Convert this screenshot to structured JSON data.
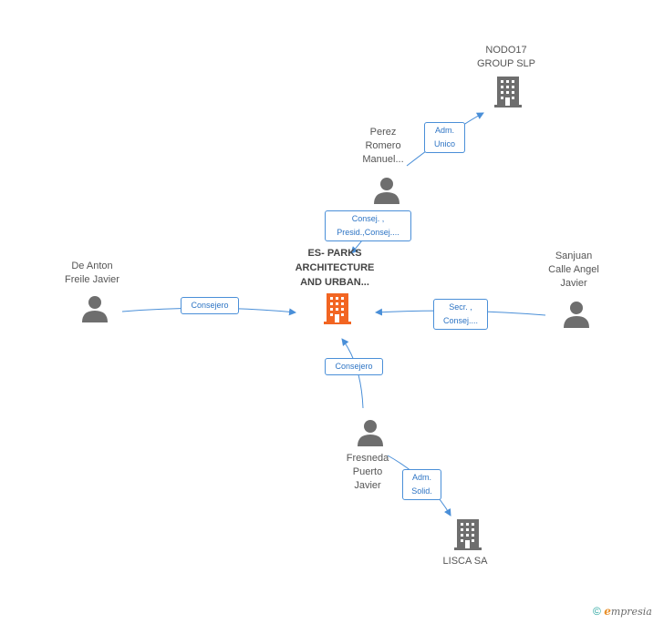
{
  "nodes": {
    "center": {
      "label": "ES- PARKS\nARCHITECTURE\nAND URBAN..."
    },
    "nodo17": {
      "label": "NODO17\nGROUP  SLP"
    },
    "perez": {
      "label": "Perez\nRomero\nManuel..."
    },
    "deanton": {
      "label": "De Anton\nFreile Javier"
    },
    "sanjuan": {
      "label": "Sanjuan\nCalle Angel\nJavier"
    },
    "fresneda": {
      "label": "Fresneda\nPuerto\nJavier"
    },
    "lisca": {
      "label": "LISCA SA"
    }
  },
  "edges": {
    "perez_nodo17": "Adm.\nUnico",
    "perez_center": "Consej. ,\nPresid.,Consej....",
    "deanton_center": "Consejero",
    "sanjuan_center": "Secr. ,\nConsej....",
    "fresneda_center": "Consejero",
    "fresneda_lisca": "Adm.\nSolid."
  },
  "colors": {
    "center_building": "#f26522",
    "building": "#6e6e6e",
    "person": "#6e6e6e",
    "edge": "#4a8fd8"
  },
  "footer": {
    "copyright": "©",
    "brand_e": "e",
    "brand_rest": "mpresia"
  }
}
